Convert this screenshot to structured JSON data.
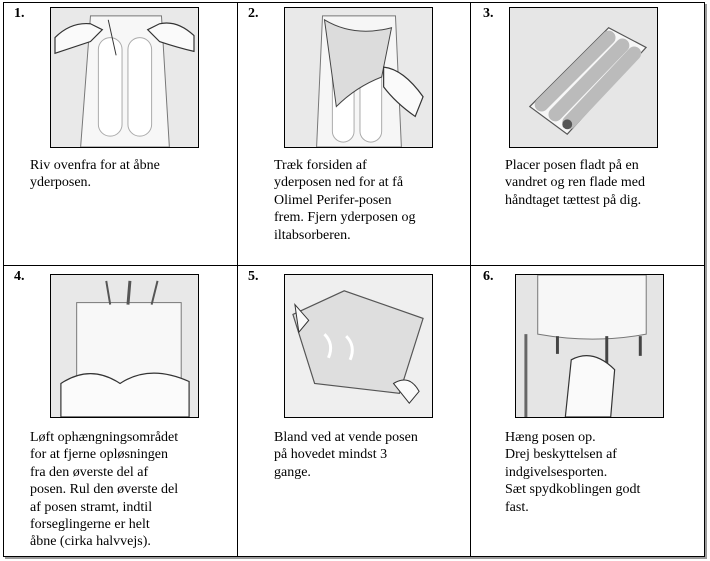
{
  "steps": [
    {
      "number": "1.",
      "illustration_icon": "tear-open-outer-bag-icon",
      "caption_lines": [
        "Riv ovenfra for at åbne",
        "yderposen."
      ]
    },
    {
      "number": "2.",
      "illustration_icon": "peel-outer-bag-icon",
      "caption_lines": [
        "Træk forsiden af",
        "yderposen ned for at få",
        "Olimel Perifer-posen",
        "frem. Fjern yderposen og",
        "iltabsorberen."
      ]
    },
    {
      "number": "3.",
      "illustration_icon": "bag-flat-on-surface-icon",
      "caption_lines": [
        "Placer posen fladt på en",
        "vandret og ren flade med",
        "håndtaget tættest på dig."
      ]
    },
    {
      "number": "4.",
      "illustration_icon": "roll-bag-open-seals-icon",
      "caption_lines": [
        "Løft ophængningsområdet",
        "for at fjerne opløsningen",
        "fra den øverste del af",
        "posen. Rul den øverste del",
        "af posen stramt, indtil",
        "forseglingerne er helt",
        "åbne (cirka halvvejs)."
      ]
    },
    {
      "number": "5.",
      "illustration_icon": "invert-bag-mix-icon",
      "caption_lines": [
        "Bland ved at vende posen",
        "på hovedet mindst 3",
        "gange."
      ]
    },
    {
      "number": "6.",
      "illustration_icon": "hang-bag-spike-icon",
      "caption_lines": [
        "Hæng posen op.",
        "Drej beskyttelsen af",
        "indgivelsesporten.",
        "Sæt spydkoblingen godt",
        "fast."
      ]
    }
  ]
}
